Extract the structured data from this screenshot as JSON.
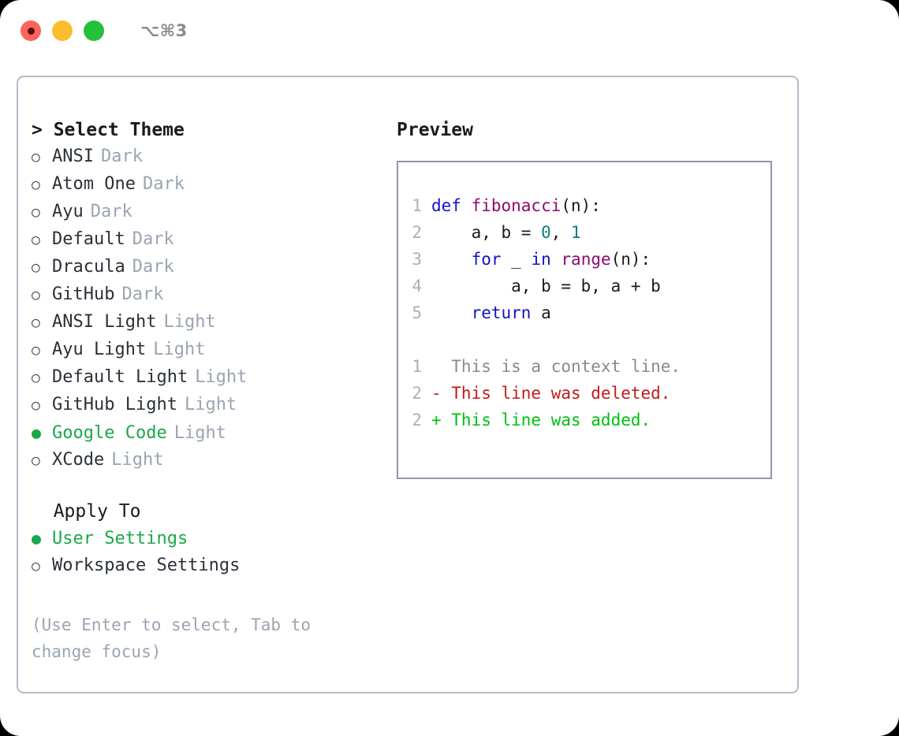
{
  "titlebar": {
    "shortcut": "⌥⌘3",
    "buttons": [
      {
        "name": "close",
        "color": "#f9655b"
      },
      {
        "name": "minimize",
        "color": "#fbbd2e"
      },
      {
        "name": "zoom",
        "color": "#24c03a"
      }
    ]
  },
  "theme_picker": {
    "header": "> Select Theme",
    "options": [
      {
        "marker": "○",
        "label": "ANSI",
        "tag": "Dark",
        "selected": false
      },
      {
        "marker": "○",
        "label": "Atom One",
        "tag": "Dark",
        "selected": false
      },
      {
        "marker": "○",
        "label": "Ayu",
        "tag": "Dark",
        "selected": false
      },
      {
        "marker": "○",
        "label": "Default",
        "tag": "Dark",
        "selected": false
      },
      {
        "marker": "○",
        "label": "Dracula",
        "tag": "Dark",
        "selected": false
      },
      {
        "marker": "○",
        "label": "GitHub",
        "tag": "Dark",
        "selected": false
      },
      {
        "marker": "○",
        "label": "ANSI Light",
        "tag": "Light",
        "selected": false
      },
      {
        "marker": "○",
        "label": "Ayu Light",
        "tag": "Light",
        "selected": false
      },
      {
        "marker": "○",
        "label": "Default Light",
        "tag": "Light",
        "selected": false
      },
      {
        "marker": "○",
        "label": "GitHub Light",
        "tag": "Light",
        "selected": false
      },
      {
        "marker": "●",
        "label": "Google Code",
        "tag": "Light",
        "selected": true
      },
      {
        "marker": "○",
        "label": "XCode",
        "tag": "Light",
        "selected": false
      }
    ]
  },
  "apply_to": {
    "header": "  Apply To",
    "options": [
      {
        "marker": "●",
        "label": "User Settings",
        "tag": "",
        "selected": true
      },
      {
        "marker": "○",
        "label": "Workspace Settings",
        "tag": "",
        "selected": false
      }
    ]
  },
  "hint": "(Use Enter to select, Tab to change focus)",
  "preview": {
    "title": "Preview",
    "code_lines": [
      {
        "num": "1",
        "tokens": [
          {
            "t": "def ",
            "c": "kw"
          },
          {
            "t": "fibonacci",
            "c": "fn"
          },
          {
            "t": "(n):",
            "c": "plain"
          }
        ]
      },
      {
        "num": "2",
        "tokens": [
          {
            "t": "    a, b = ",
            "c": "plain"
          },
          {
            "t": "0",
            "c": "num"
          },
          {
            "t": ", ",
            "c": "plain"
          },
          {
            "t": "1",
            "c": "num"
          }
        ]
      },
      {
        "num": "3",
        "tokens": [
          {
            "t": "    ",
            "c": "plain"
          },
          {
            "t": "for",
            "c": "kw"
          },
          {
            "t": " _ ",
            "c": "plain"
          },
          {
            "t": "in",
            "c": "kw"
          },
          {
            "t": " ",
            "c": "plain"
          },
          {
            "t": "range",
            "c": "fn"
          },
          {
            "t": "(n):",
            "c": "plain"
          }
        ]
      },
      {
        "num": "4",
        "tokens": [
          {
            "t": "        a, b = b, a + b",
            "c": "plain"
          }
        ]
      },
      {
        "num": "5",
        "tokens": [
          {
            "t": "    ",
            "c": "plain"
          },
          {
            "t": "return",
            "c": "kw"
          },
          {
            "t": " a",
            "c": "plain"
          }
        ]
      }
    ],
    "diff_lines": [
      {
        "num": "1",
        "marker": " ",
        "text": "  This is a context line.",
        "kind": "ctx"
      },
      {
        "num": "2",
        "marker": " ",
        "text": "- This line was deleted.",
        "kind": "del"
      },
      {
        "num": "2",
        "marker": " ",
        "text": "+ This line was added.",
        "kind": "add"
      }
    ]
  },
  "colors": {
    "accent_green": "#1aa84a",
    "muted": "#9ba4b2",
    "keyword": "#1212c4",
    "function": "#8f0a73",
    "number": "#0a7d7d",
    "diff_add": "#00bf10",
    "diff_del": "#c41a1a",
    "border": "#b3bbc7",
    "preview_border": "#8e99a9"
  }
}
